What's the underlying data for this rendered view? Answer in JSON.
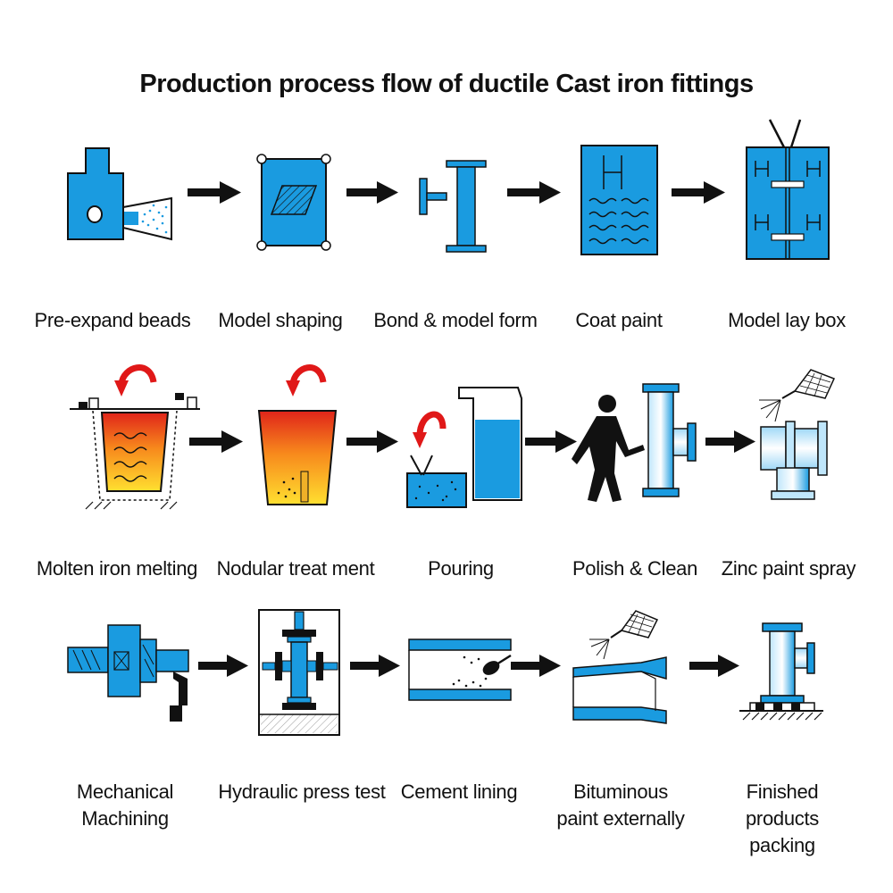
{
  "title": "Production process flow of ductile Cast iron fittings",
  "colors": {
    "blue": "#1a9be0",
    "outline": "#111111",
    "molten_top": "#e0241a",
    "molten_bottom": "#ffe030",
    "curl_arrow": "#e01818"
  },
  "rows": [
    {
      "steps": [
        {
          "label": "Pre-expand beads",
          "icon": "pre-expand-beads-icon"
        },
        {
          "label": "Model shaping",
          "icon": "model-shaping-icon"
        },
        {
          "label": "Bond & model form",
          "icon": "bond-model-form-icon"
        },
        {
          "label": "Coat paint",
          "icon": "coat-paint-icon"
        },
        {
          "label": "Model lay box",
          "icon": "model-lay-box-icon"
        }
      ]
    },
    {
      "steps": [
        {
          "label": "Molten iron melting",
          "icon": "molten-iron-melting-icon"
        },
        {
          "label": "Nodular treat ment",
          "icon": "nodular-treatment-icon"
        },
        {
          "label": "Pouring",
          "icon": "pouring-icon"
        },
        {
          "label": "Polish & Clean",
          "icon": "polish-clean-icon"
        },
        {
          "label": "Zinc paint spray",
          "icon": "zinc-paint-spray-icon"
        }
      ]
    },
    {
      "steps": [
        {
          "label": "Mechanical Machining",
          "icon": "mechanical-machining-icon"
        },
        {
          "label": "Hydraulic press test",
          "icon": "hydraulic-press-test-icon"
        },
        {
          "label": "Cement lining",
          "icon": "cement-lining-icon"
        },
        {
          "label": "Bituminous paint externally",
          "icon": "bituminous-paint-icon"
        },
        {
          "label": "Finished products packing",
          "icon": "finished-products-packing-icon"
        }
      ]
    }
  ]
}
